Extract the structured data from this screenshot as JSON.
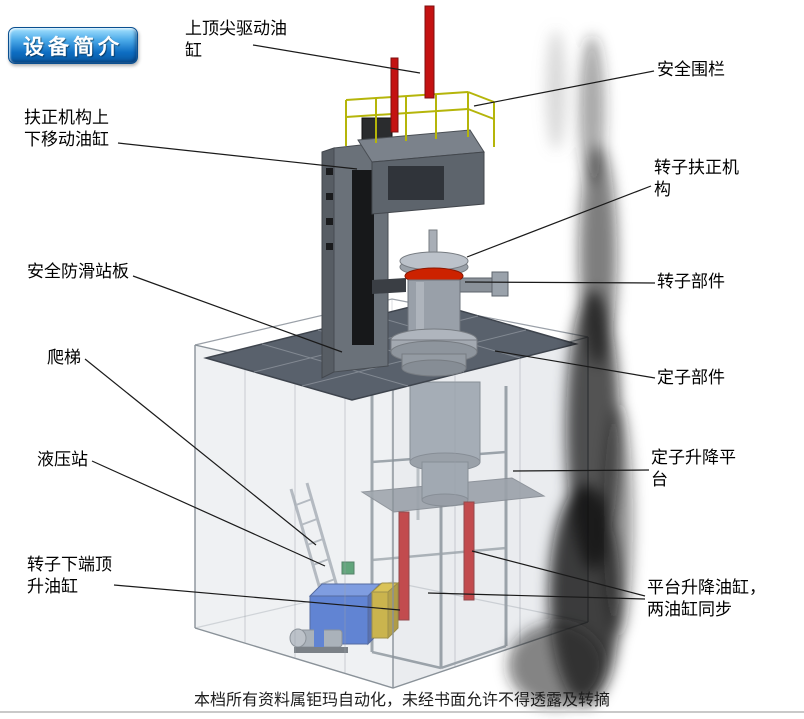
{
  "badge": {
    "label": "设备简介"
  },
  "labels": [
    {
      "id": "top-drive-cylinder",
      "text": "上顶尖驱动油缸"
    },
    {
      "id": "safety-fence",
      "text": "安全围栏"
    },
    {
      "id": "centering-updown-cylinder",
      "text": "扶正机构上下移动油缸"
    },
    {
      "id": "rotor-centering-mechanism",
      "text": "转子扶正机构"
    },
    {
      "id": "antislip-board",
      "text": "安全防滑站板"
    },
    {
      "id": "rotor-part",
      "text": "转子部件"
    },
    {
      "id": "ladder",
      "text": "爬梯"
    },
    {
      "id": "stator-part",
      "text": "定子部件"
    },
    {
      "id": "hydraulic-station",
      "text": "液压站"
    },
    {
      "id": "stator-lift-platform",
      "text": "定子升降平台"
    },
    {
      "id": "rotor-bottom-jack-cylinder",
      "text": "转子下端顶升油缸"
    },
    {
      "id": "platform-lift-cylinders",
      "text": "平台升降油缸，两油缸同步"
    }
  ],
  "footer": {
    "text": "本档所有资料属钜玛自动化，未经书面允许不得透露及转摘"
  },
  "colors": {
    "badge_blue": "#1e88d8",
    "cylinder_red": "#c41212",
    "railing_yellow": "#b5b50a",
    "hydraulic_blue": "#2f5fd0",
    "deck_grey": "#59616c"
  }
}
